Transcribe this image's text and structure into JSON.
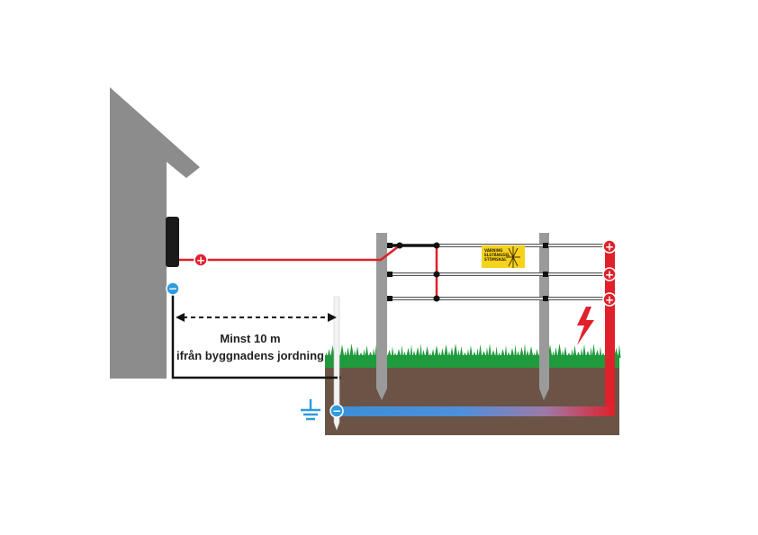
{
  "distance_label": {
    "line1": "Minst 10 m",
    "line2": "ifrån byggnadens jordning"
  },
  "warning_sign": {
    "line1": "VARNING",
    "line2": "ELSTÄNGSEL",
    "line3": "STÖMSKAL"
  },
  "symbols": {
    "positive": "+",
    "negative": "−"
  },
  "icons": [
    "ground-symbol-icon",
    "lightning-bolt-icon",
    "warning-sign-icon"
  ],
  "colors": {
    "building": "#8c8c8c",
    "energizer": "#1a1a1a",
    "live_wire": "#e0202a",
    "ground_wire": "#3b8fd8",
    "return_wire": "#1a1a1a",
    "soil": "#6b5346",
    "grass": "#1f9a3c",
    "post": "#9a9a9a",
    "fence_wire": "#d8d8d8",
    "sign": "#f5d21c"
  }
}
